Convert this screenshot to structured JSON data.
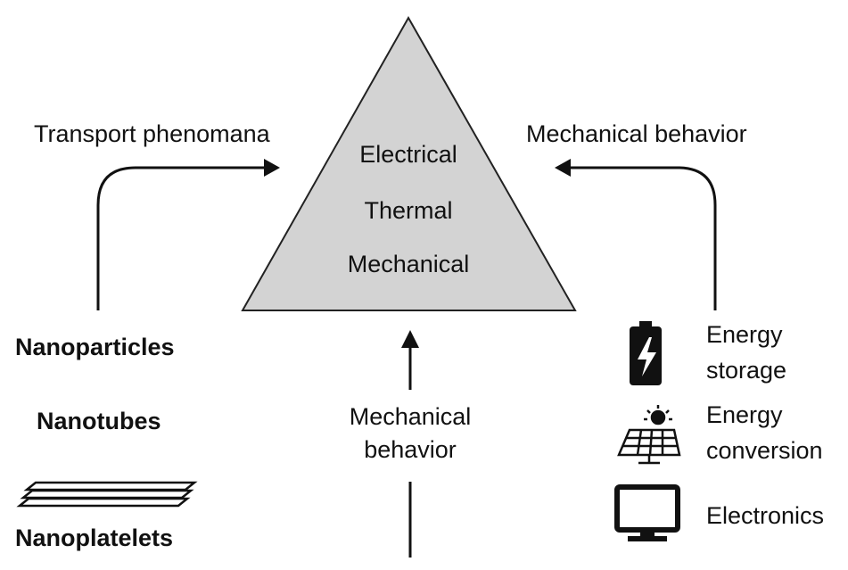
{
  "triangle": {
    "fill": "#d3d3d3",
    "lines": [
      "Electrical",
      "Thermal",
      "Mechanical"
    ]
  },
  "left_arrow_label": "Transport phenomana",
  "right_arrow_label": "Mechanical behavior",
  "bottom_arrow_label": [
    "Mechanical",
    "behavior"
  ],
  "materials": [
    "Nanoparticles",
    "Nanotubes",
    "Nanoplatelets"
  ],
  "applications": {
    "energy_storage": [
      "Energy",
      "storage"
    ],
    "energy_conversion": [
      "Energy",
      "conversion"
    ],
    "electronics": "Electronics"
  },
  "icons": {
    "energy_storage": "battery-icon",
    "energy_conversion": "solar-panel-icon",
    "electronics": "monitor-icon",
    "nanoplatelets": "stacked-layers-icon"
  }
}
